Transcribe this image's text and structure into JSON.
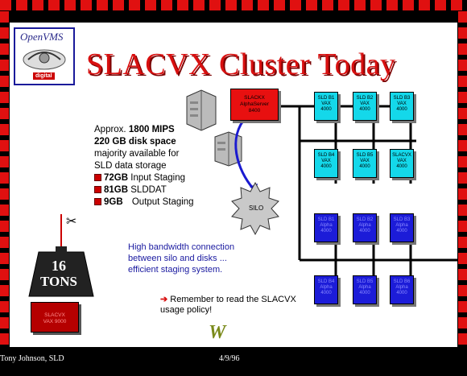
{
  "slide": {
    "title": "SLACVX Cluster Today",
    "logo": {
      "word": "OpenVMS",
      "badge": "digital"
    },
    "stats": {
      "line1_pre": "Approx. ",
      "line1_bold": "1800 MIPS",
      "line2": "220 GB disk space",
      "line3": "majority available for",
      "line4": "SLD data storage",
      "disks": [
        {
          "size": "72GB",
          "label": "Input Staging"
        },
        {
          "size": "81GB",
          "label": "SLDDAT"
        },
        {
          "size": "9GB",
          "label": "Output Staging"
        }
      ]
    },
    "alpha_server": {
      "line1": "SLACKX",
      "line2": "AlphaServer",
      "line3": "8400"
    },
    "silo": "SILO",
    "cyan_nodes": [
      {
        "name": "SLD B1",
        "type": "VAX",
        "model": "4000"
      },
      {
        "name": "SLD B2",
        "type": "VAX",
        "model": "4000"
      },
      {
        "name": "SLD B3",
        "type": "VAX",
        "model": "4000"
      },
      {
        "name": "SLD B4",
        "type": "VAX",
        "model": "4000"
      },
      {
        "name": "SLD B5",
        "type": "VAX",
        "model": "4000"
      },
      {
        "name": "SLACVX",
        "type": "VAX",
        "model": "4000"
      }
    ],
    "blue_nodes": [
      {
        "name": "SLD B1",
        "type": "Alpha",
        "model": "4000"
      },
      {
        "name": "SLD B2",
        "type": "Alpha",
        "model": "4000"
      },
      {
        "name": "SLD B3",
        "type": "Alpha",
        "model": "4000"
      },
      {
        "name": "SLD B4",
        "type": "Alpha",
        "model": "4000"
      },
      {
        "name": "SLD B5",
        "type": "Alpha",
        "model": "4000"
      },
      {
        "name": "SLD B6",
        "type": "Alpha",
        "model": "4000"
      }
    ],
    "bandwidth": {
      "line1": "High bandwidth connection",
      "line2": "between silo and disks ...",
      "line3": "efficient staging system."
    },
    "reminder": {
      "arrow": "➔",
      "line1": "Remember to read the SLACVX",
      "line2": "usage policy!"
    },
    "weight": {
      "number": "16",
      "unit": "TONS"
    },
    "vax9000": {
      "line1": "SLACVX",
      "line2": "VAX 9000"
    }
  },
  "footer": {
    "author": "Tony Johnson, SLD",
    "date": "4/9/96"
  },
  "colors": {
    "frame_red": "#e01010",
    "title_red": "#d81010",
    "cyan_node": "#14d8ea",
    "blue_node": "#1c1cd8",
    "link_blue": "#1a1aa0"
  }
}
